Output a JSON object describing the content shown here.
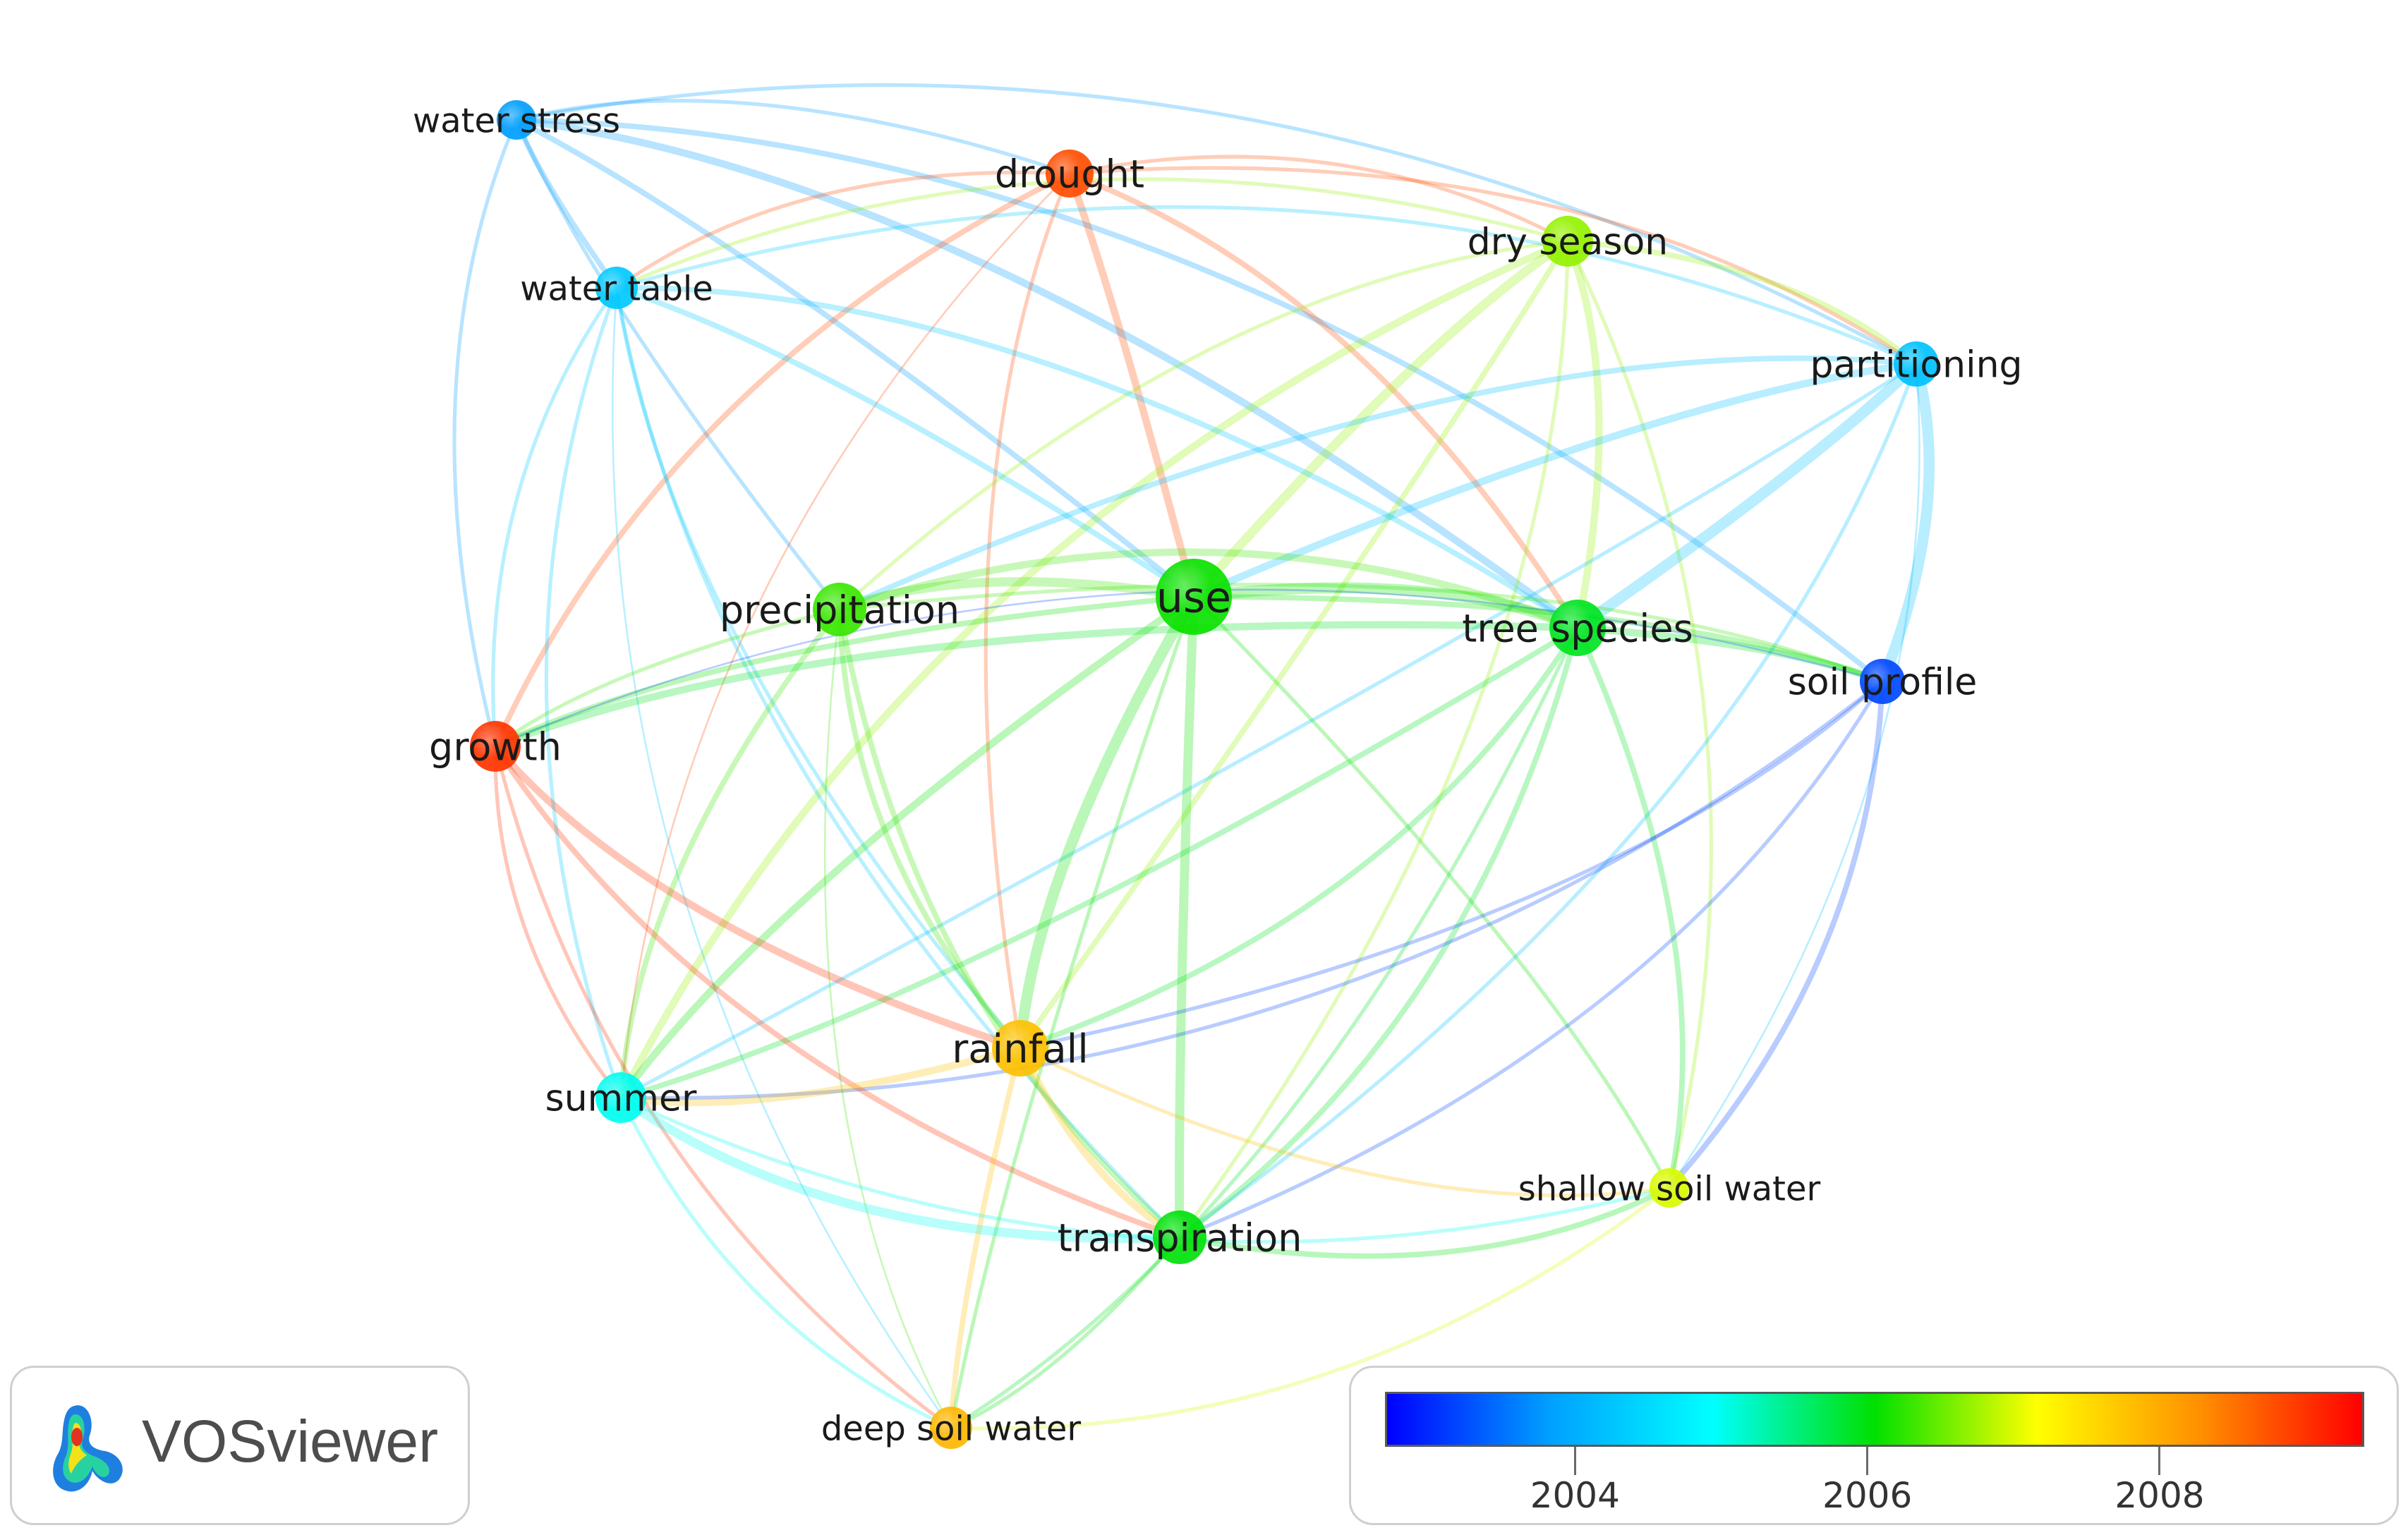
{
  "app": {
    "name": "VOSviewer"
  },
  "network": {
    "nodes": [
      {
        "id": "water_stress",
        "label": "water stress",
        "year": 2003.8
      },
      {
        "id": "drought",
        "label": "drought",
        "year": 2008.8
      },
      {
        "id": "dry_season",
        "label": "dry season",
        "year": 2006.7
      },
      {
        "id": "water_table",
        "label": "water table",
        "year": 2004.3
      },
      {
        "id": "partitioning",
        "label": "partitioning",
        "year": 2004.2
      },
      {
        "id": "precipitation",
        "label": "precipitation",
        "year": 2006.3
      },
      {
        "id": "use",
        "label": "use",
        "year": 2006.1
      },
      {
        "id": "tree_species",
        "label": "tree species",
        "year": 2005.9
      },
      {
        "id": "soil_profile",
        "label": "soil profile",
        "year": 2003.2
      },
      {
        "id": "growth",
        "label": "growth",
        "year": 2009.0
      },
      {
        "id": "rainfall",
        "label": "rainfall",
        "year": 2007.8
      },
      {
        "id": "summer",
        "label": "summer",
        "year": 2005.0
      },
      {
        "id": "shallow_soil_water",
        "label": "shallow soil water",
        "year": 2007.0
      },
      {
        "id": "transpiration",
        "label": "transpiration",
        "year": 2006.0
      },
      {
        "id": "deep_soil_water",
        "label": "deep soil water",
        "year": 2007.9
      }
    ]
  },
  "legend": {
    "min_year": 2002.7,
    "max_year": 2009.4,
    "ticks": [
      "2004",
      "2006",
      "2008"
    ],
    "colors": [
      "#0000ff",
      "#00a0ff",
      "#00ffff",
      "#00e000",
      "#ffff00",
      "#ff9000",
      "#ff0000"
    ]
  }
}
